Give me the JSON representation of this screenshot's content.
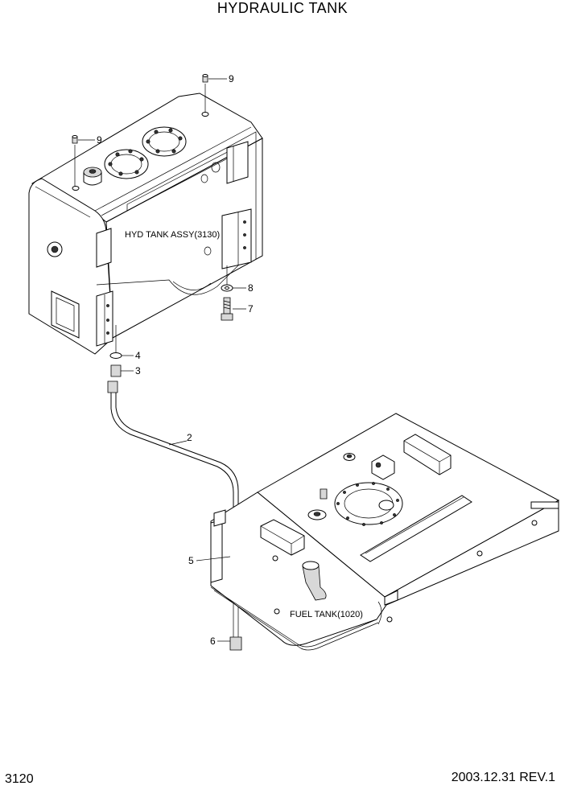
{
  "header": {
    "title": "HYDRAULIC TANK"
  },
  "footer": {
    "page_number": "3120",
    "date_revision": "2003.12.31  REV.1"
  },
  "assemblies": {
    "hyd_tank": "HYD TANK ASSY(3130)",
    "fuel_tank": "FUEL TANK(1020)"
  },
  "callouts": {
    "c9a": "9",
    "c9b": "9",
    "c8": "8",
    "c7": "7",
    "c4": "4",
    "c3": "3",
    "c2": "2",
    "c5": "5",
    "c6": "6"
  }
}
